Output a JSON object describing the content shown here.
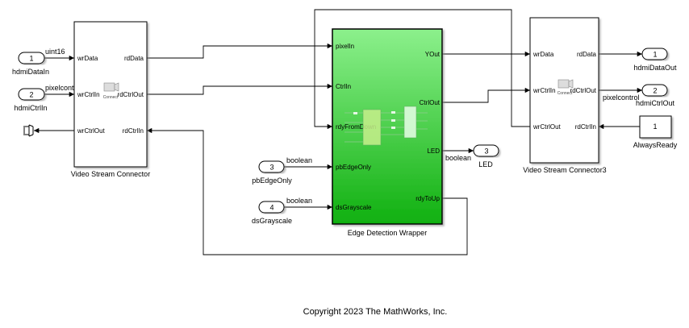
{
  "inports": [
    {
      "num": "1",
      "name": "hdmiDataIn",
      "signal": "uint16"
    },
    {
      "num": "2",
      "name": "hdmiCtrlIn",
      "signal": "pixelcontrol"
    },
    {
      "num": "3",
      "name": "pbEdgeOnly",
      "signal": "boolean"
    },
    {
      "num": "4",
      "name": "dsGrayscale",
      "signal": "boolean"
    }
  ],
  "outports": [
    {
      "num": "1",
      "name": "hdmiDataOut"
    },
    {
      "num": "2",
      "name": "hdmiCtrlOut",
      "signal": "pixelcontrol"
    },
    {
      "num": "3",
      "name": "LED",
      "signal": "boolean"
    }
  ],
  "constant": {
    "value": "1",
    "name": "AlwaysReady"
  },
  "vsc1": {
    "name": "Video Stream Connector",
    "inputs": [
      "wrData",
      "wrCtrlIn",
      "wrCtrlOut"
    ],
    "outputs": [
      "rdData",
      "rdCtrlOut",
      "rdCtrlIn"
    ],
    "icon_text": "Connect"
  },
  "vsc3": {
    "name": "Video Stream Connector3",
    "inputs": [
      "wrData",
      "wrCtrlIn",
      "wrCtrlOut"
    ],
    "outputs": [
      "rdData",
      "rdCtrlOut",
      "rdCtrlIn"
    ],
    "icon_text": "Connect"
  },
  "edw": {
    "name": "Edge Detection Wrapper",
    "inputs": [
      "pixelIn",
      "CtrlIn",
      "rdyFromDown",
      "pbEdgeOnly",
      "dsGrayscale"
    ],
    "outputs": [
      "YOut",
      "CtrlOut",
      "LED",
      "rdyToUp"
    ]
  },
  "footer": "Copyright 2023 The MathWorks, Inc."
}
